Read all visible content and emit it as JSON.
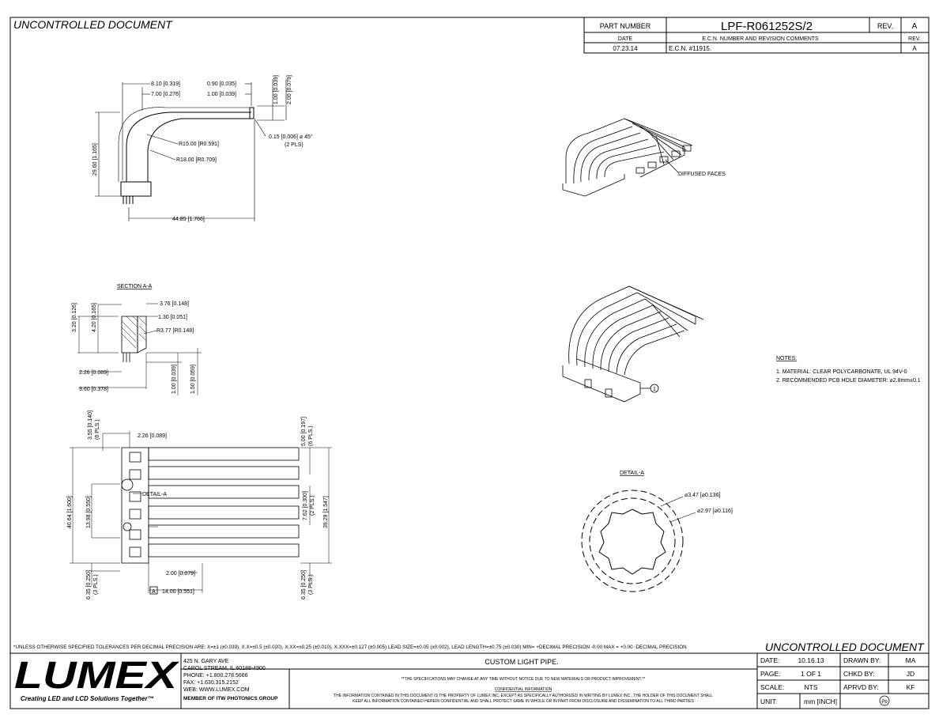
{
  "watermark": "UNCONTROLLED DOCUMENT",
  "header": {
    "part_number_label": "PART NUMBER",
    "part_number": "LPF-R061252S/2",
    "rev_label": "REV.",
    "rev": "A",
    "date_label": "DATE",
    "ecn_label": "E.C.N. NUMBER AND REVISION COMMENTS",
    "rev_label2": "REV.",
    "date": "07.23.14",
    "ecn_value": "E.C.N. #11915.",
    "rev_value": "A"
  },
  "side_view": {
    "dim_810": "8.10 [0.319]",
    "dim_700": "7.00 [0.276]",
    "dim_090": "0.90 [0.035]",
    "dim_100": "1.00 [0.039]",
    "dim_v100": "1.00 [0.039]",
    "dim_v200": "2.00 [0.079]",
    "dim_chamfer": "0.15 [0.006] ⌀ 45°",
    "dim_chamfer2": "(2 PLS)",
    "r15": "R15.00 [R0.591]",
    "r18": "R18.00 [R0.709]",
    "dim_2960": "29.60 [1.165]",
    "dim_4485": "44.85 [1.766]"
  },
  "iso_top": {
    "label": "DIFFUSED FACES"
  },
  "section": {
    "title": "SECTION A-A",
    "d376": "3.76 [0.148]",
    "d130": "1.30 [0.051]",
    "r377": "R3.77 [R0.148]",
    "d320": "3.20 [0.126]",
    "d420": "4.20 [0.165]",
    "d226": "2.26 [0.089]",
    "d960": "9.60 [0.378]",
    "d100": "1.00 [0.039]",
    "d150": "1.50 [0.059]"
  },
  "plan": {
    "d355": "3.55 [0.140]",
    "d355b": "(6 PLS.)",
    "d226": "2.26 [0.089]",
    "d500": "5.00 [0.197]",
    "d500b": "(6 PLS.)",
    "detail": "DETAIL-A",
    "d4064": "40.64 [1.600]",
    "d1398": "13.98 [0.550]",
    "d762": "7.62 [0.300]",
    "d762b": "(2 PLS.)",
    "d3929": "39.29 [1.547]",
    "d635": "6.35 [0.250]",
    "d635b": "(3 PLS.)",
    "d635r": "6.35 [0.250]",
    "d635rb": "(3 PLS.)",
    "d200": "2.00 [0.079]",
    "datum": "A",
    "d1400": "14.00 [0.551]"
  },
  "notes": {
    "title": "NOTES:",
    "n1": "1. MATERIAL: CLEAR POLYCARBONATE, UL 94V-0",
    "n2": "2. RECOMMENDED PCB HOLE DIAMETER: ⌀2.8mm±0.1"
  },
  "detail_a": {
    "title": "DETAIL-A",
    "d347": "⌀3.47 [⌀0.136]",
    "d297": "⌀2.97 [⌀0.116]",
    "callout": "1"
  },
  "tolerance_text": "*UNLESS OTHERWISE SPECIFIED TOLERANCES PER DECIMAL PRECISION ARE: X=±1 (±0.039), X.X=±0.5 (±0.020), X.XX=±0.25 (±0.010), X.XXX=±0.127 (±0.005)   LEAD SIZE=±0.05 (±0.002), LEAD LENGTH=±0.75 (±0.030)  MIN= +DECIMAL PRECISION -0.00  MAX = +0.00 -DECIMAL PRECISION",
  "title_block": {
    "logo": "LUMEX",
    "tagline": "Creating LED and LCD Solutions Together™",
    "addr1": "425 N. GARY AVE",
    "addr2": "CAROL STREAM, IL 60188-4900",
    "addr3": "PHONE: +1.800.278.5666",
    "addr4": "FAX: +1.630.315.2152",
    "addr5": "WEB: WWW.LUMEX.COM",
    "addr6": "MEMBER OF ITW PHOTONICS GROUP",
    "description": "CUSTOM LIGHT PIPE.",
    "spec_note": "**THE SPECIFICATIONS MAY CHANGE AT ANY TIME WITHOUT NOTICE DUE TO NEW MATERIALS OR PRODUCT IMPROVEMENT.**",
    "conf_title": "CONFIDENTIAL INFORMATION",
    "conf1": "THE INFORMATION CONTAINED IN THIS DOCUMENT IS THE PROPERTY OF LUMEX INC. EXCEPT AS SPECIFICALLY AUTHORIZED IN WRITING BY LUMEX INC., THE HOLDER OF THIS DOCUMENT SHALL",
    "conf2": "KEEP ALL INFORMATION CONTAINED HEREIN CONFIDENTIAL AND SHALL PROTECT SAME IN WHOLE OR IN PART FROM DISCLOSURE AND DISSEMINATION TO ALL THIRD PARTIES",
    "date_label": "DATE:",
    "date": "10.16.13",
    "drawn_label": "DRAWN BY:",
    "drawn": "MA",
    "page_label": "PAGE:",
    "page": "1  OF  1",
    "chkd_label": "CHKD BY:",
    "chkd": "JD",
    "scale_label": "SCALE:",
    "scale": "NTS",
    "aprvd_label": "APRVD BY:",
    "aprvd": "KF",
    "unit_label": "UNIT:",
    "unit": "mm [INCH]",
    "pb": "Pb"
  },
  "colors": {
    "ink": "#000000",
    "paper": "#ffffff"
  }
}
